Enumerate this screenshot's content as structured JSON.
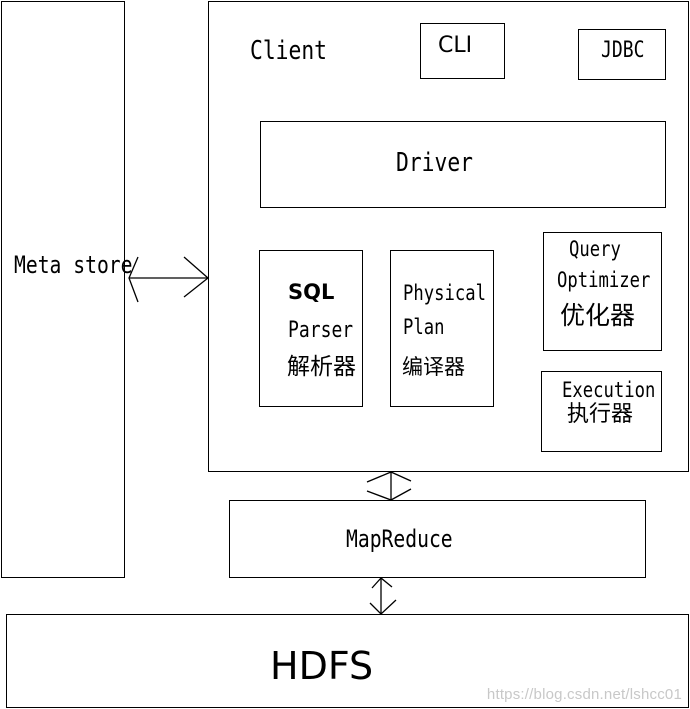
{
  "diagram": {
    "metastore": {
      "label": "Meta store"
    },
    "client": {
      "label": "Client"
    },
    "cli": {
      "label": "CLI"
    },
    "jdbc": {
      "label": "JDBC"
    },
    "driver": {
      "label": "Driver"
    },
    "sql_parser": {
      "line1": "SQL",
      "line2": "Parser",
      "line3": "解析器"
    },
    "physical_plan": {
      "line1": "Physical",
      "line2": "Plan",
      "line3": "编译器"
    },
    "query_optimizer": {
      "line1": "Query",
      "line2": "Optimizer",
      "line3": "优化器"
    },
    "execution": {
      "line1": "Execution",
      "line2": "执行器"
    },
    "mapreduce": {
      "label": "MapReduce"
    },
    "hdfs": {
      "label": "HDFS"
    }
  },
  "watermark": "https://blog.csdn.net/lshcc01"
}
